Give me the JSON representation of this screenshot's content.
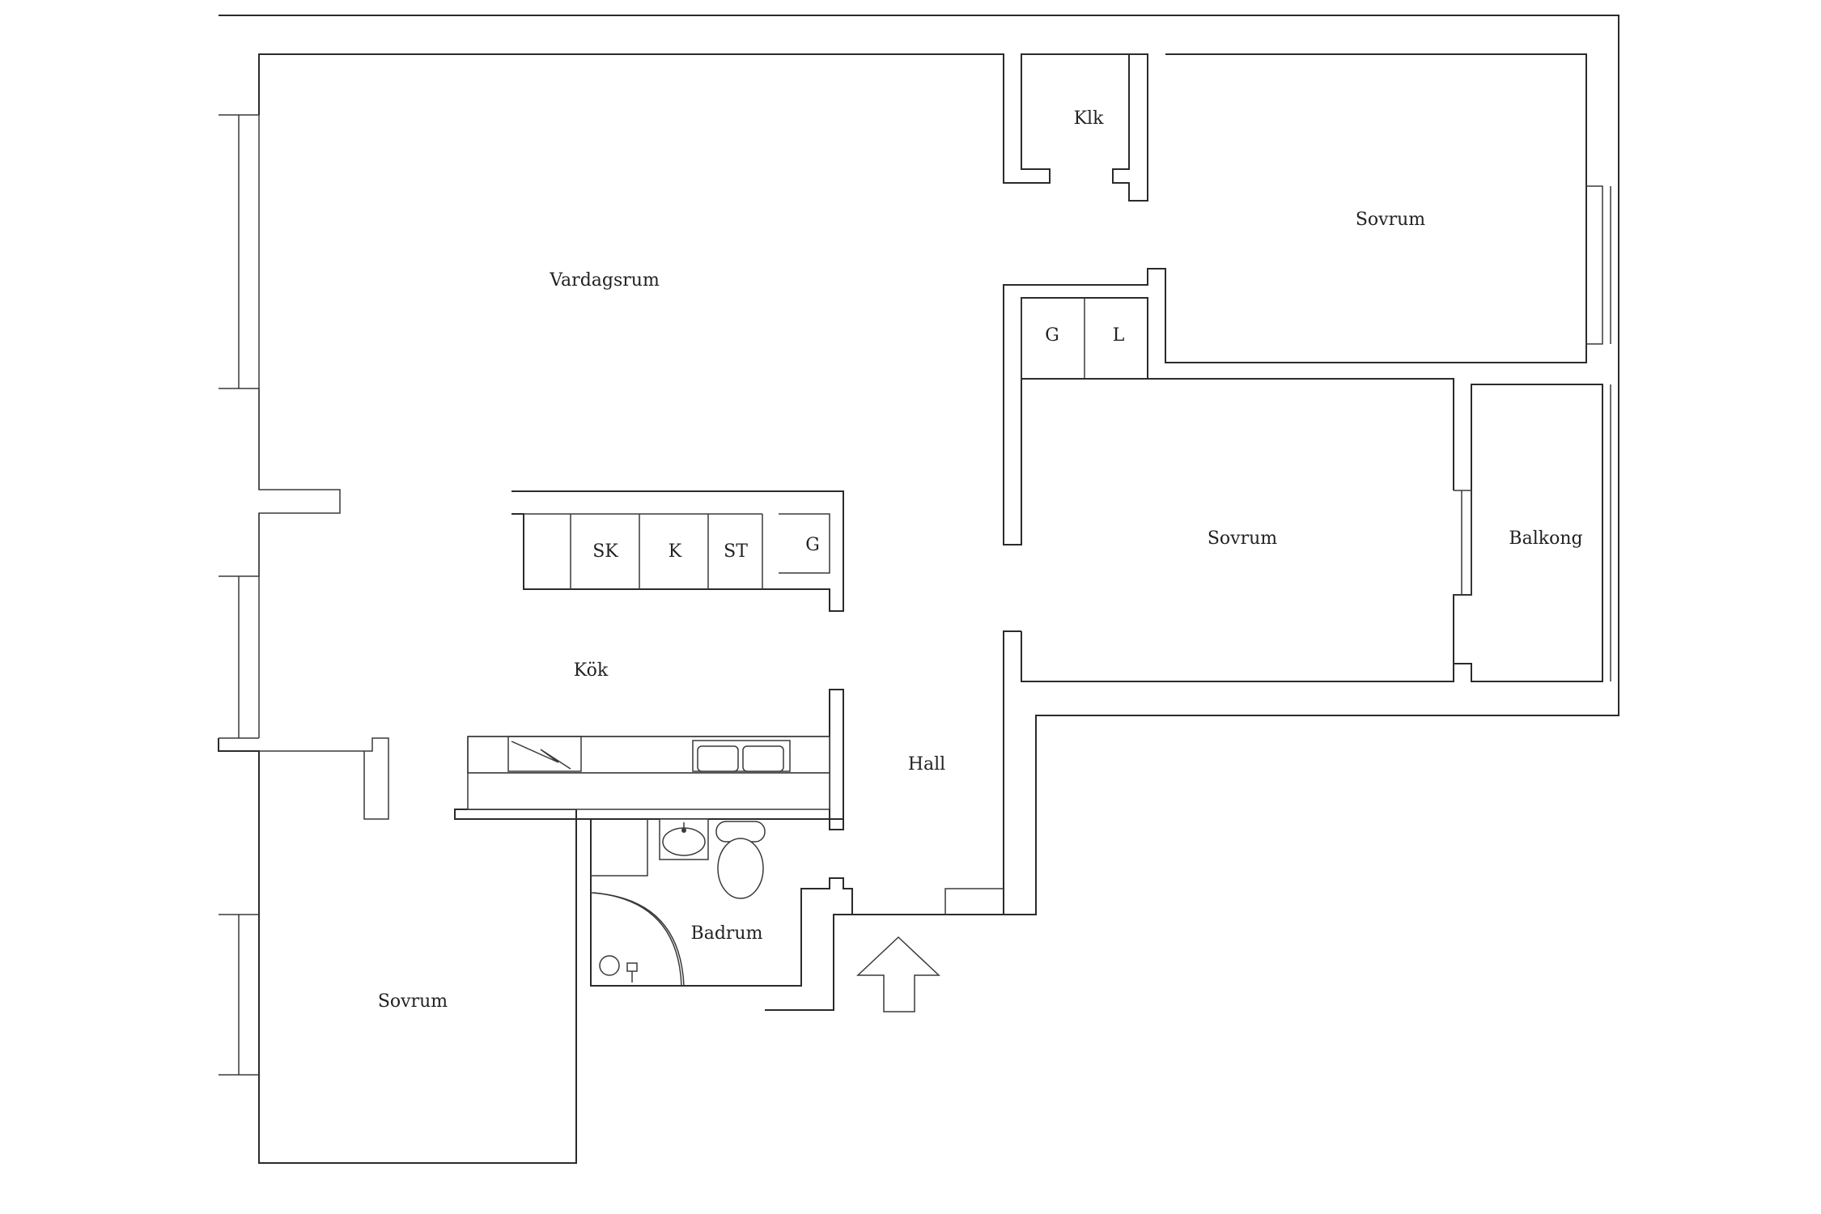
{
  "rooms": {
    "vardagsrum": "Vardagsrum",
    "klk": "Klk",
    "sovrum_top_right": "Sovrum",
    "g_closet": "G",
    "l_closet": "L",
    "sovrum_middle": "Sovrum",
    "balkong": "Balkong",
    "kok": "Kök",
    "hall": "Hall",
    "badrum": "Badrum",
    "sovrum_bottom_left": "Sovrum"
  },
  "kitchen": {
    "sk": "SK",
    "k": "K",
    "st": "ST",
    "g": "G"
  },
  "colors": {
    "wall": "#2b2b2b",
    "background": "#ffffff"
  }
}
